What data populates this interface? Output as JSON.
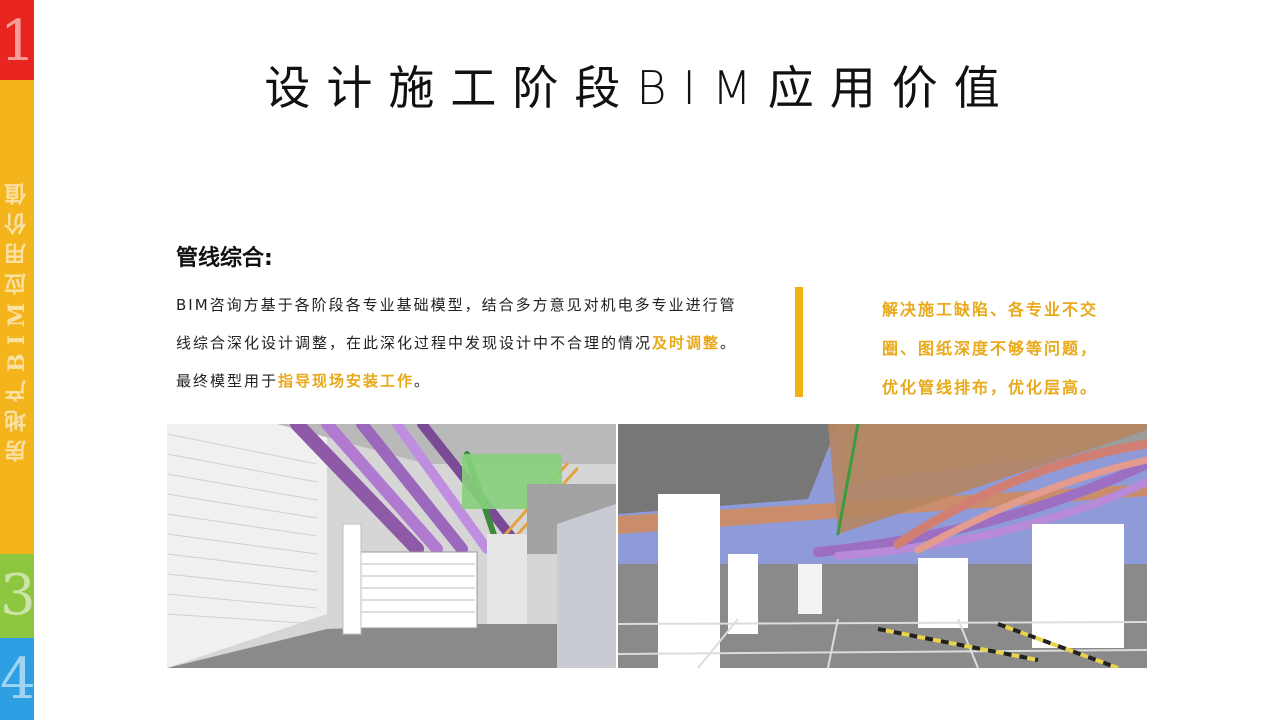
{
  "sidebar": {
    "numbers": [
      "1",
      "3",
      "4"
    ],
    "vertical_label": "房地产BIM应用价值",
    "colors": [
      "#e8261f",
      "#f3b51b",
      "#8dc63f",
      "#2d9fe2"
    ]
  },
  "title": "设计施工阶段BIM应用价值",
  "section": {
    "heading": "管线综合:",
    "paragraph_parts": [
      "BIM咨询方基于各阶段各专业基础模型，结合多方意见对机电多专业进行管线综合深化设计调整，在此深化过程中发现设计中不合理的情况",
      "及时调整",
      "。最终模型用于",
      "指导现场安装工作",
      "。"
    ]
  },
  "callout": {
    "lines": [
      "解决施工缺陷、各专业不交",
      "圈、图纸深度不够等问题，",
      "优化管线排布，优化层高。"
    ],
    "accent": "#e8a91a"
  },
  "images": [
    {
      "name": "bim-pipeline-render-left"
    },
    {
      "name": "bim-pipeline-render-right"
    }
  ]
}
